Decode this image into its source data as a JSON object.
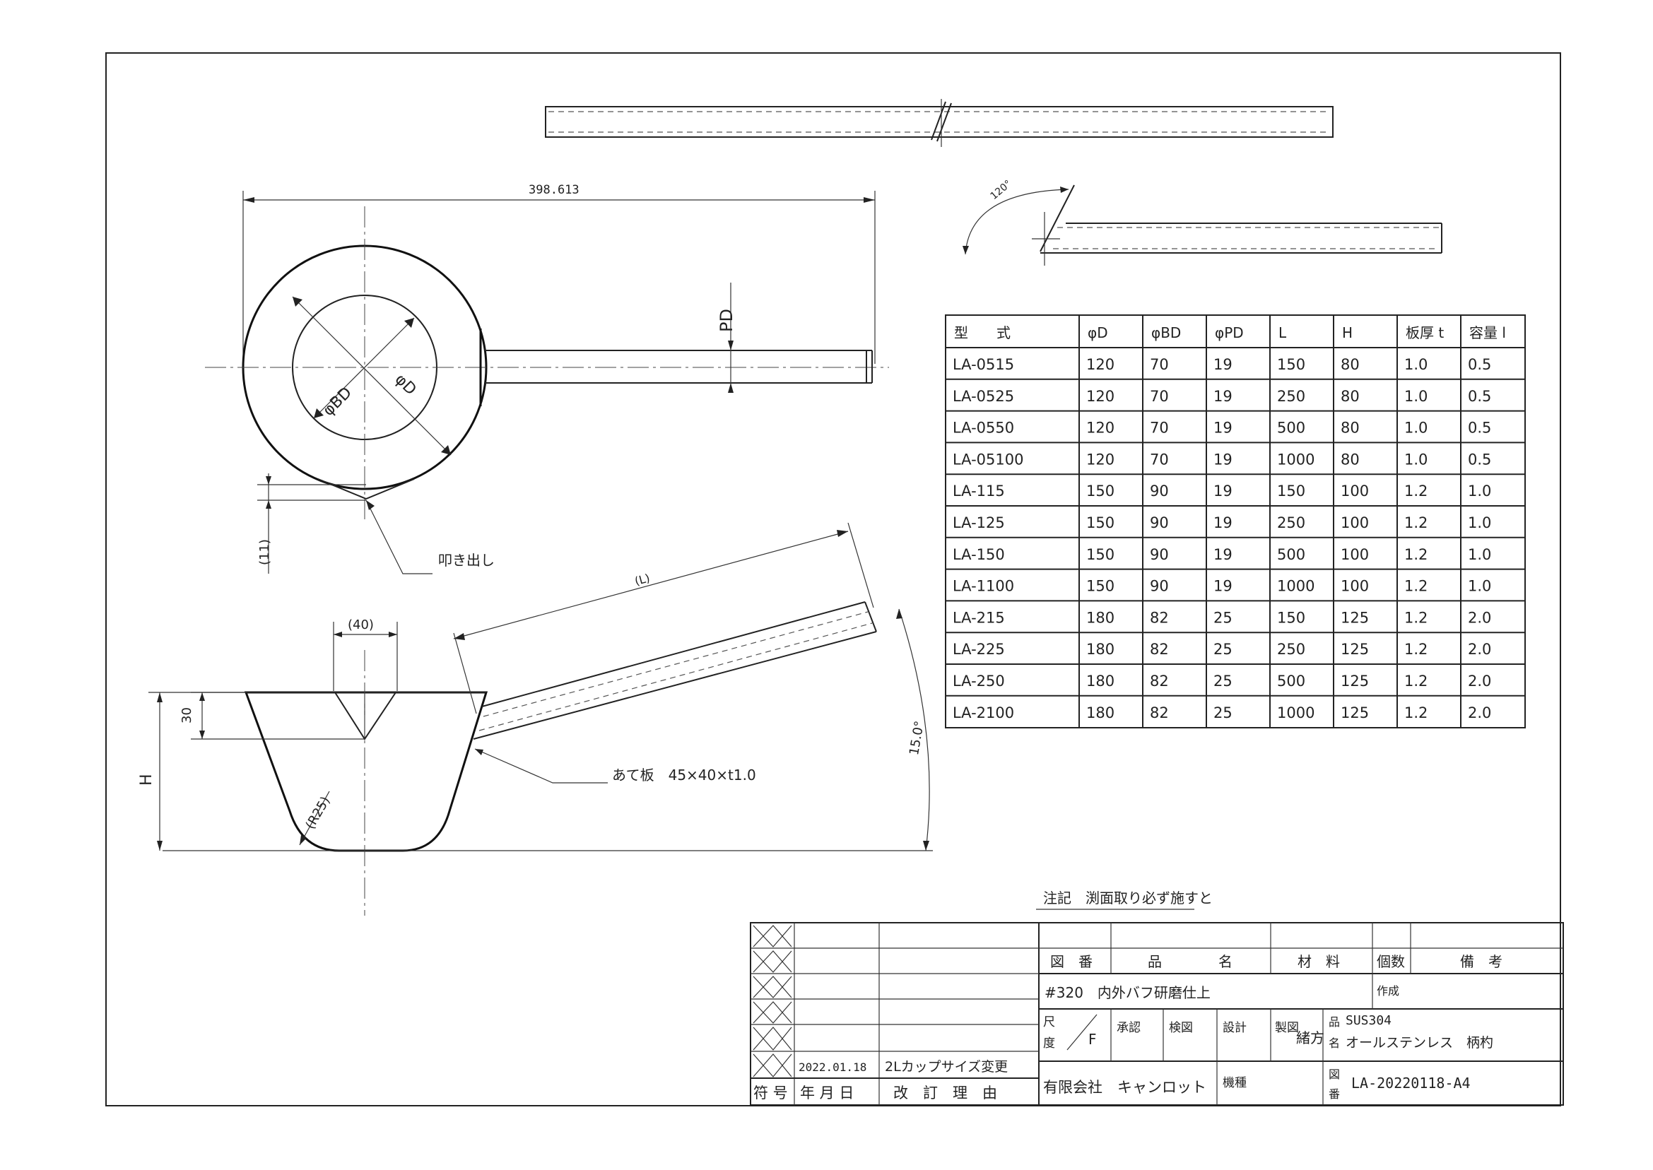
{
  "dimensions": {
    "overall_length": "398.613",
    "pd": "PD",
    "phi_bd": "φBD",
    "phi_d": "φD",
    "spout_height": "(11)",
    "spout_label": "叩き出し",
    "handle_length": "(L)",
    "spout_width": "(40)",
    "spout_depth": "30",
    "height": "H",
    "radius": "(R25)",
    "angle_bend": "120°",
    "angle_handle": "15.0°",
    "plate_label": "あて板　45×40×t1.0"
  },
  "spec_table": {
    "headers": [
      "型　　式",
      "φD",
      "φBD",
      "φPD",
      "L",
      "H",
      "板厚 t",
      "容量 l"
    ],
    "rows": [
      [
        "LA-0515",
        "120",
        "70",
        "19",
        "150",
        "80",
        "1.0",
        "0.5"
      ],
      [
        "LA-0525",
        "120",
        "70",
        "19",
        "250",
        "80",
        "1.0",
        "0.5"
      ],
      [
        "LA-0550",
        "120",
        "70",
        "19",
        "500",
        "80",
        "1.0",
        "0.5"
      ],
      [
        "LA-05100",
        "120",
        "70",
        "19",
        "1000",
        "80",
        "1.0",
        "0.5"
      ],
      [
        "LA-115",
        "150",
        "90",
        "19",
        "150",
        "100",
        "1.2",
        "1.0"
      ],
      [
        "LA-125",
        "150",
        "90",
        "19",
        "250",
        "100",
        "1.2",
        "1.0"
      ],
      [
        "LA-150",
        "150",
        "90",
        "19",
        "500",
        "100",
        "1.2",
        "1.0"
      ],
      [
        "LA-1100",
        "150",
        "90",
        "19",
        "1000",
        "100",
        "1.2",
        "1.0"
      ],
      [
        "LA-215",
        "180",
        "82",
        "25",
        "150",
        "125",
        "1.2",
        "2.0"
      ],
      [
        "LA-225",
        "180",
        "82",
        "25",
        "250",
        "125",
        "1.2",
        "2.0"
      ],
      [
        "LA-250",
        "180",
        "82",
        "25",
        "500",
        "125",
        "1.2",
        "2.0"
      ],
      [
        "LA-2100",
        "180",
        "82",
        "25",
        "1000",
        "125",
        "1.2",
        "2.0"
      ]
    ]
  },
  "note": "注記　渕面取り必ず施すと",
  "title_block": {
    "rev_date": "2022.01.18",
    "rev_reason": "2Lカップサイズ変更",
    "rev_symbol_hdr": "符 号",
    "rev_date_hdr": "年 月 日",
    "rev_reason_hdr": "改　訂　理　由",
    "zuban_hdr": "図　番",
    "hinmei_hdr": "品　　　　名",
    "zairyo_hdr": "材　料",
    "kosu_hdr": "個数",
    "biko_hdr": "備　考",
    "finish": "#320　内外バフ研磨仕上",
    "sakusei": "作成",
    "shakudo_1": "尺",
    "shakudo_2": "度",
    "scale": "F",
    "shonin": "承認",
    "kenzu": "検図",
    "sekkei": "設計",
    "seizu": "製図",
    "hokata": "緒方",
    "hin_label": "品",
    "mei_label": "名",
    "material": "SUS304",
    "product_name": "オールステンレス　柄杓",
    "company": "有限会社　キャンロット",
    "kishu": "機種",
    "zu_label": "図",
    "ban_label": "番",
    "drawing_number": "LA-20220118-A4"
  }
}
